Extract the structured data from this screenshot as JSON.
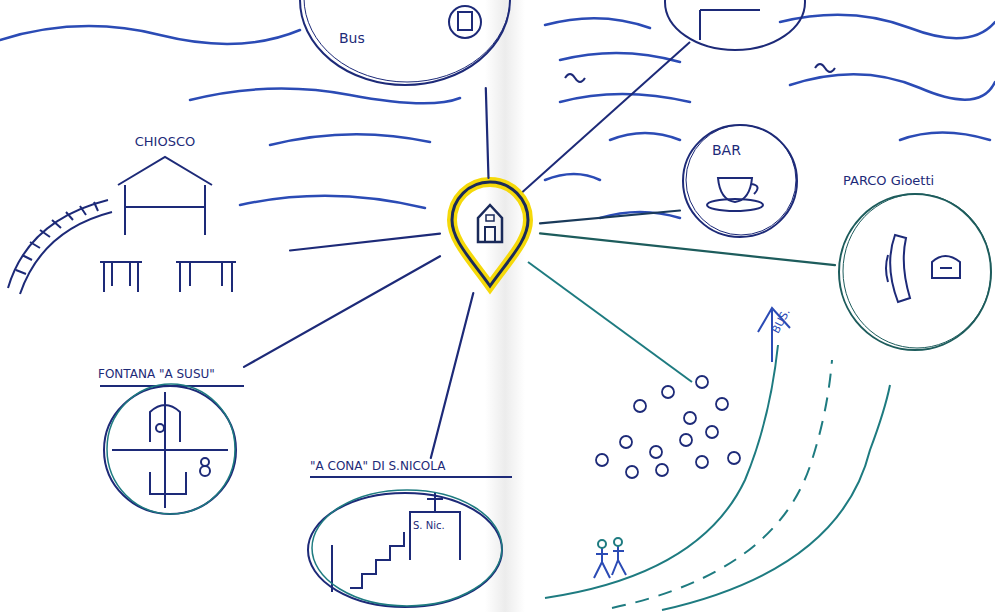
{
  "diagram": {
    "nodes": [
      {
        "text": [
          "Bus"
        ]
      },
      {
        "text": [
          "CHIOSCO"
        ]
      },
      {
        "text": []
      },
      {
        "text": [
          "BAR"
        ]
      },
      {
        "text": [
          "PARCO Gioetti"
        ]
      },
      {
        "text": [
          "FONTANA \"A SUSU\""
        ]
      },
      {
        "text": [
          "\"A CONA\" DI S.NICOLA"
        ]
      }
    ],
    "edges": [
      {
        "from": 2,
        "to": 0,
        "arrow": "none"
      },
      {
        "from": 2,
        "to": 1,
        "arrow": "none"
      },
      {
        "from": 2,
        "to": 3,
        "arrow": "none"
      },
      {
        "from": 2,
        "to": 4,
        "arrow": "none"
      },
      {
        "from": 2,
        "to": 5,
        "arrow": "none"
      },
      {
        "from": 2,
        "to": 6,
        "arrow": "none"
      }
    ],
    "labels": [
      "S. Nic.",
      "BUS."
    ]
  }
}
